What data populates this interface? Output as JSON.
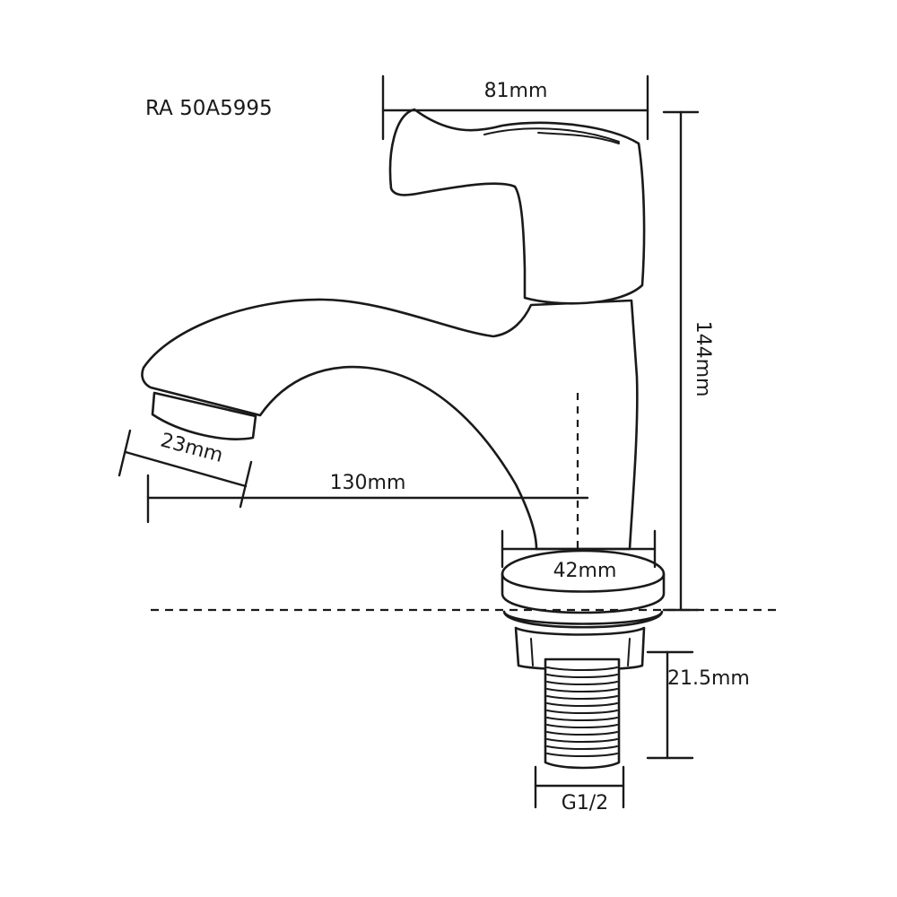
{
  "model_code": "RA 50A5995",
  "dimensions": {
    "handle_width": "81mm",
    "total_height": "144mm",
    "aerator_diameter": "23mm",
    "spout_reach": "130mm",
    "base_diameter": "42mm",
    "thread_length": "21.5mm",
    "thread_size": "G1/2"
  }
}
